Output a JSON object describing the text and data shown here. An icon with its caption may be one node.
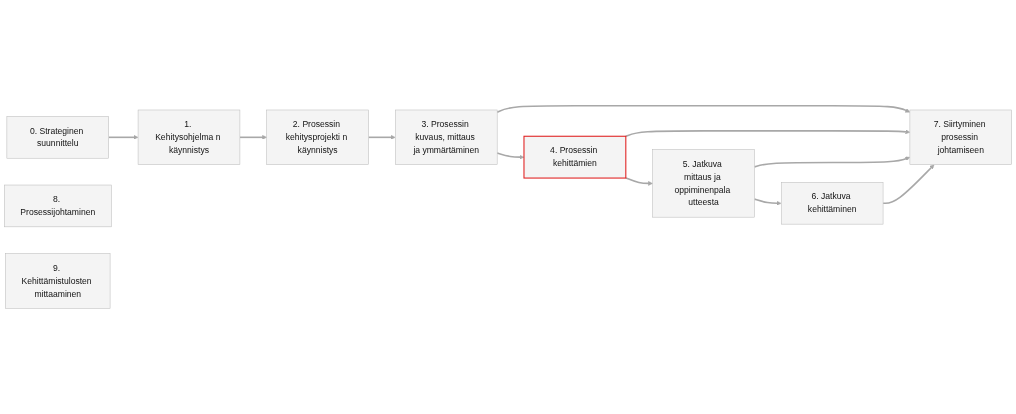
{
  "diagram": {
    "nodes": [
      {
        "text": [
          "0. Strateginen suunnittelu"
        ]
      },
      {
        "text": [
          "1. Kehitysohjelma n käynnistys"
        ]
      },
      {
        "text": [
          "2. Prosessin kehitysprojekti n käynnistys"
        ]
      },
      {
        "text": [
          "3. Prosessin kuvaus, mittaus ja ymmärtäminen"
        ]
      },
      {
        "text": [
          "4. Prosessin kehittämien"
        ]
      },
      {
        "text": [
          "5. Jatkuva mittaus ja oppiminenpala utteesta"
        ]
      },
      {
        "text": [
          "6. Jatkuva kehittäminen"
        ]
      },
      {
        "text": [
          "7. Siirtyminen prosessin johtamiseen"
        ]
      },
      {
        "text": [
          "8. Prosessijohtaminen"
        ]
      },
      {
        "text": [
          "9. Kehittämistulosten mittaaminen"
        ]
      }
    ],
    "edges": [
      {
        "from": 0,
        "to": 1,
        "arrow": "to"
      },
      {
        "from": 1,
        "to": 2,
        "arrow": "to"
      },
      {
        "from": 2,
        "to": 3,
        "arrow": "to"
      },
      {
        "from": 3,
        "to": 4,
        "arrow": "to"
      },
      {
        "from": 4,
        "to": 5,
        "arrow": "to"
      },
      {
        "from": 5,
        "to": 6,
        "arrow": "to"
      },
      {
        "from": 3,
        "to": 7,
        "arrow": "to"
      },
      {
        "from": 4,
        "to": 7,
        "arrow": "to"
      },
      {
        "from": 5,
        "to": 7,
        "arrow": "to"
      },
      {
        "from": 6,
        "to": 7,
        "arrow": "to"
      }
    ]
  }
}
